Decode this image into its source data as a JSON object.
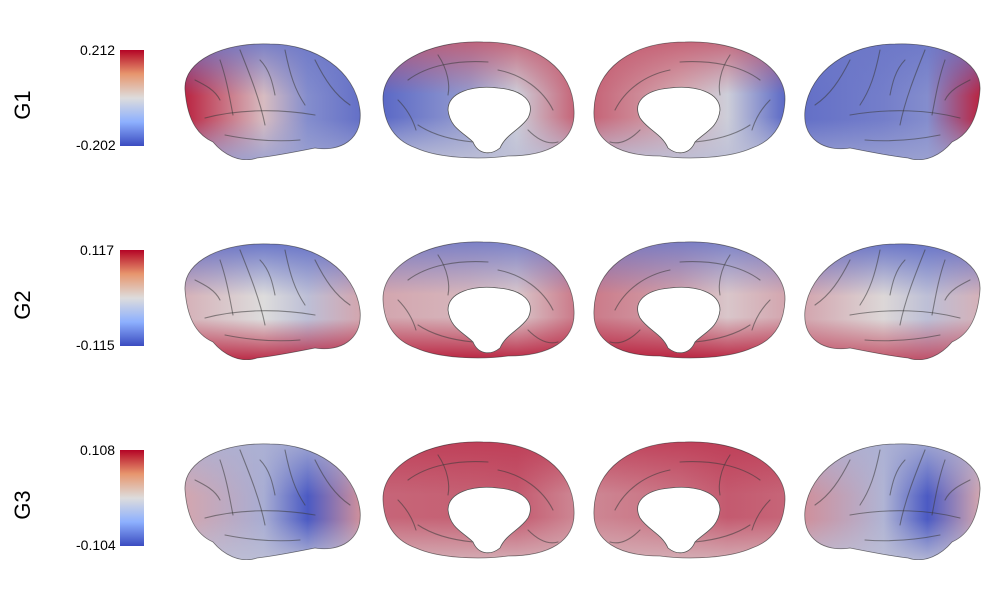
{
  "colors": {
    "high": "#b40426",
    "mid": "#dddcdc",
    "low": "#3b4cc0",
    "sulcus": "#3a3a3a",
    "background": "#ffffff"
  },
  "rows": [
    {
      "label": "G1",
      "max_label": "0.212",
      "min_label": "-0.202",
      "views": [
        {
          "view": "left-lateral",
          "anterior": 0.85,
          "posterior": -0.75,
          "superior": -0.7,
          "inferior": -0.4,
          "center": -0.55
        },
        {
          "view": "left-medial",
          "anterior": -0.8,
          "posterior": 0.55,
          "superior": 0.6,
          "inferior": -0.2,
          "center": -0.1
        },
        {
          "view": "right-medial",
          "anterior": 0.55,
          "posterior": -0.8,
          "superior": 0.6,
          "inferior": -0.2,
          "center": -0.1
        },
        {
          "view": "right-lateral",
          "anterior": -0.75,
          "posterior": 0.85,
          "superior": -0.7,
          "inferior": -0.4,
          "center": -0.55
        }
      ]
    },
    {
      "label": "G2",
      "max_label": "0.117",
      "min_label": "-0.115",
      "views": [
        {
          "view": "left-lateral",
          "anterior": 0.2,
          "posterior": 0.25,
          "superior": -0.8,
          "inferior": 0.9,
          "center": -0.2
        },
        {
          "view": "left-medial",
          "anterior": 0.25,
          "posterior": 0.45,
          "superior": -0.7,
          "inferior": 0.9,
          "center": 0.1
        },
        {
          "view": "right-medial",
          "anterior": 0.45,
          "posterior": 0.25,
          "superior": -0.7,
          "inferior": 0.9,
          "center": 0.1
        },
        {
          "view": "right-lateral",
          "anterior": 0.25,
          "posterior": 0.2,
          "superior": -0.8,
          "inferior": 0.7,
          "center": -0.2
        }
      ]
    },
    {
      "label": "G3",
      "max_label": "0.108",
      "min_label": "-0.104",
      "views": [
        {
          "view": "left-lateral",
          "anterior": 0.25,
          "posterior": 0.35,
          "superior": -0.3,
          "inferior": -0.2,
          "center": -0.9
        },
        {
          "view": "left-medial",
          "anterior": 0.55,
          "posterior": 0.4,
          "superior": 0.75,
          "inferior": 0.2,
          "center": 0.6
        },
        {
          "view": "right-medial",
          "anterior": 0.4,
          "posterior": 0.55,
          "superior": 0.75,
          "inferior": 0.2,
          "center": 0.6
        },
        {
          "view": "right-lateral",
          "anterior": 0.35,
          "posterior": 0.25,
          "superior": -0.3,
          "inferior": -0.2,
          "center": -0.9
        }
      ]
    }
  ]
}
